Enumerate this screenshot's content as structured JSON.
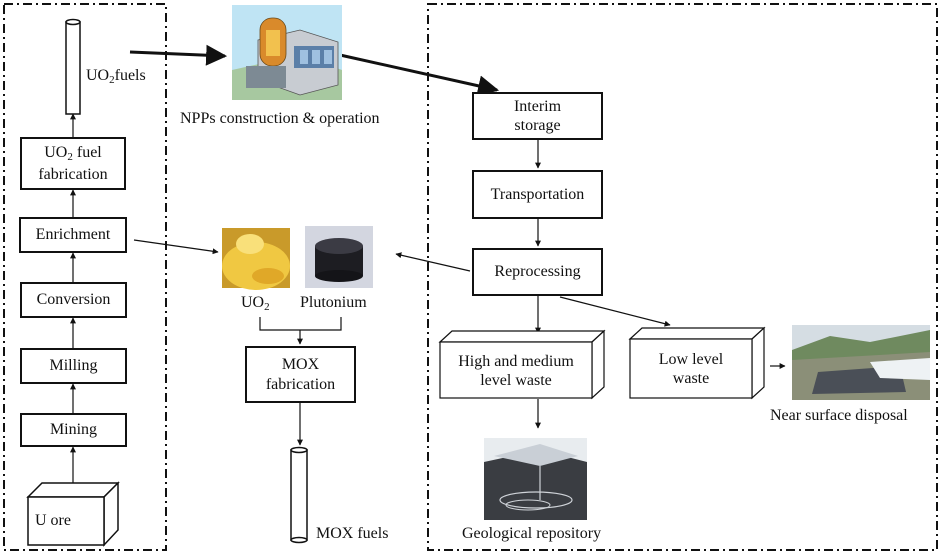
{
  "front_end": {
    "uo2_fuels_prefix": "UO",
    "uo2_fuels_sub": "2",
    "uo2_fuels_suffix": "fuels",
    "fabrication_prefix": "UO",
    "fabrication_sub": "2",
    "fabrication_suffix": " fuel",
    "fabrication_line2": "fabrication",
    "enrichment": "Enrichment",
    "conversion": "Conversion",
    "milling": "Milling",
    "mining": "Mining",
    "u_ore": "U ore"
  },
  "npp": {
    "label": "NPPs construction & operation"
  },
  "mox": {
    "uo2_prefix": "UO",
    "uo2_sub": "2",
    "plutonium": "Plutonium",
    "fabrication_line1": "MOX",
    "fabrication_line2": "fabrication",
    "fuels": "MOX fuels"
  },
  "back_end": {
    "interim_line1": "Interim",
    "interim_line2": "storage",
    "transportation": "Transportation",
    "reprocessing": "Reprocessing",
    "hml_line1": "High and medium",
    "hml_line2": "level waste",
    "low_line1": "Low level",
    "low_line2": "waste",
    "geological": "Geological repository",
    "near_surface": "Near surface disposal"
  }
}
